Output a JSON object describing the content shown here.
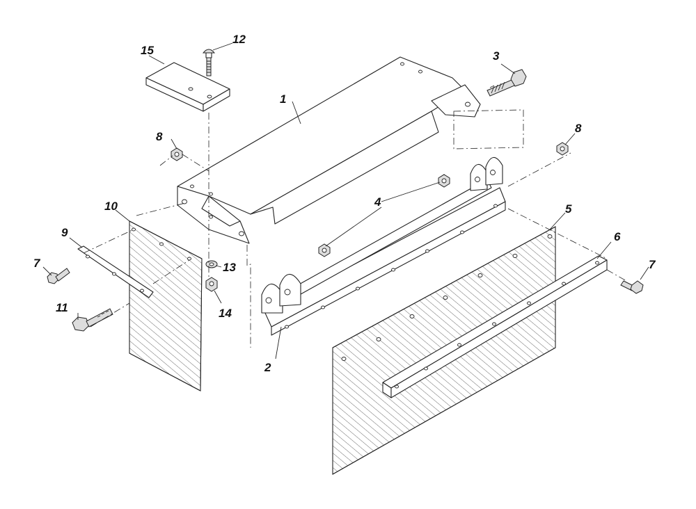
{
  "diagram": {
    "type": "exploded parts diagram",
    "callouts": [
      {
        "id": "c1",
        "text": "1"
      },
      {
        "id": "c2",
        "text": "2"
      },
      {
        "id": "c3",
        "text": "3"
      },
      {
        "id": "c4",
        "text": "4"
      },
      {
        "id": "c5",
        "text": "5"
      },
      {
        "id": "c6",
        "text": "6"
      },
      {
        "id": "c7a",
        "text": "7"
      },
      {
        "id": "c7b",
        "text": "7"
      },
      {
        "id": "c8a",
        "text": "8"
      },
      {
        "id": "c8b",
        "text": "8"
      },
      {
        "id": "c9",
        "text": "9"
      },
      {
        "id": "c10",
        "text": "10"
      },
      {
        "id": "c11",
        "text": "11"
      },
      {
        "id": "c12",
        "text": "12"
      },
      {
        "id": "c13",
        "text": "13"
      },
      {
        "id": "c14",
        "text": "14"
      },
      {
        "id": "c15",
        "text": "15"
      }
    ]
  }
}
